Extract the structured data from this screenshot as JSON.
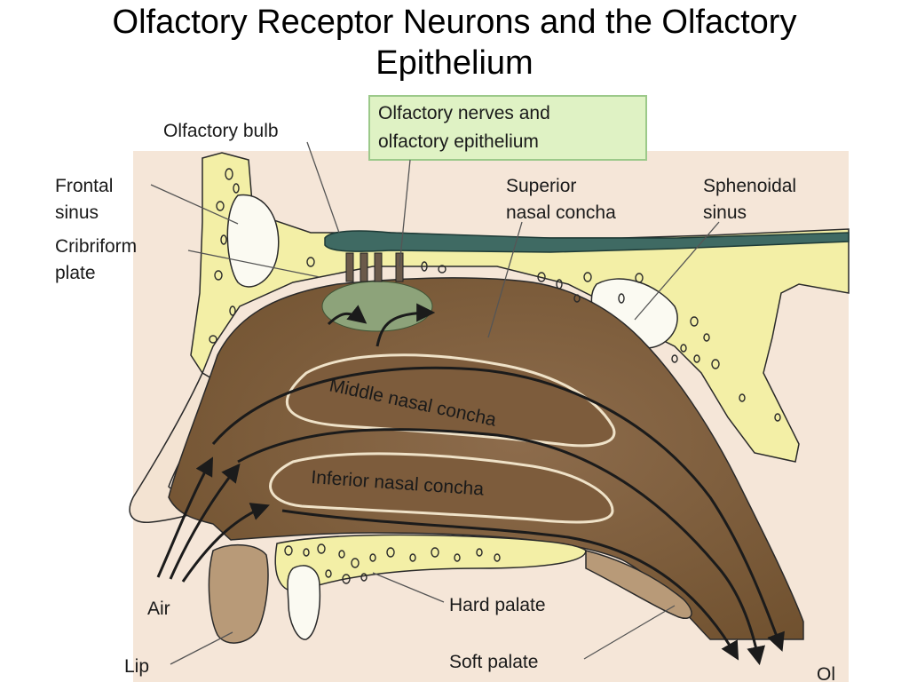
{
  "slide": {
    "title_line1": "Olfactory Receptor Neurons and the Olfactory",
    "title_line2": "Epithelium"
  },
  "labels": {
    "olfactory_bulb": "Olfactory bulb",
    "olfactory_nerves_line1": "Olfactory nerves and",
    "olfactory_nerves_line2": "olfactory epithelium",
    "frontal_sinus_line1": "Frontal",
    "frontal_sinus_line2": "sinus",
    "cribriform_line1": "Cribriform",
    "cribriform_line2": "plate",
    "superior_concha_line1": "Superior",
    "superior_concha_line2": "nasal concha",
    "sphenoidal_line1": "Sphenoidal",
    "sphenoidal_line2": "sinus",
    "middle_concha": "Middle nasal concha",
    "inferior_concha": "Inferior nasal concha",
    "air": "Air",
    "lip": "Lip",
    "hard_palate": "Hard palate",
    "soft_palate": "Soft palate",
    "cropped_text": "Ol"
  },
  "colors": {
    "cavity_brown": "#8a6a4a",
    "dark_brown": "#6e4f33",
    "bone_yellow": "#f3efa6",
    "bulb_teal": "#3f6a63",
    "epithelium_green": "#8da37a",
    "callout_green_bg": "#dff2c4",
    "callout_green_border": "#9cc98a",
    "arrow_dark": "#1b1b1b"
  }
}
